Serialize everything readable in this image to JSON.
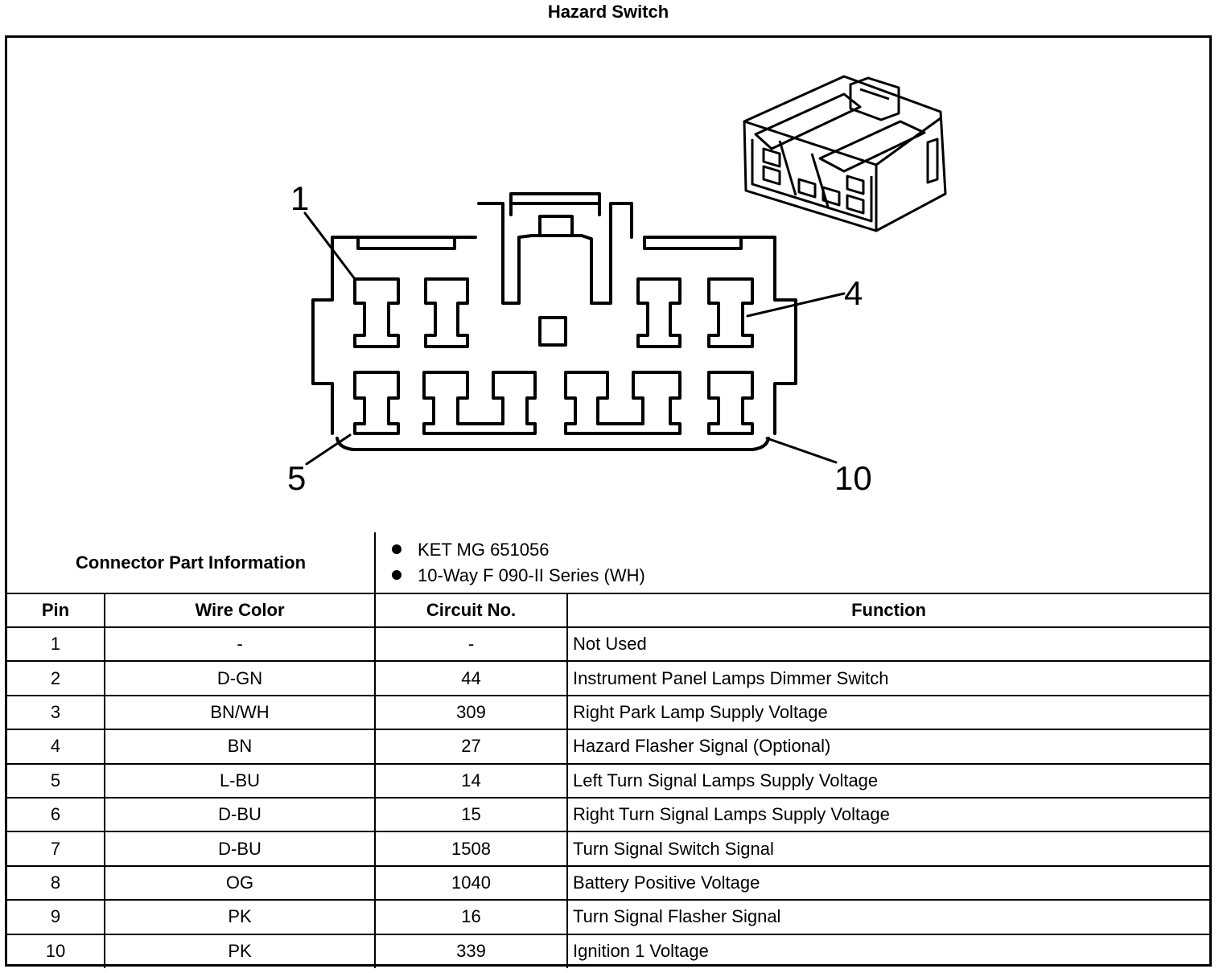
{
  "title": "Hazard Switch",
  "diagram": {
    "pin_labels": [
      "1",
      "4",
      "5",
      "10"
    ]
  },
  "connector_info": {
    "label": "Connector Part Information",
    "items": [
      "KET MG 651056",
      "10-Way F 090-II Series (WH)"
    ]
  },
  "table": {
    "headers": [
      "Pin",
      "Wire Color",
      "Circuit No.",
      "Function"
    ],
    "rows": [
      {
        "pin": "1",
        "color": "-",
        "circuit": "-",
        "function": "Not Used"
      },
      {
        "pin": "2",
        "color": "D-GN",
        "circuit": "44",
        "function": "Instrument Panel Lamps Dimmer Switch"
      },
      {
        "pin": "3",
        "color": "BN/WH",
        "circuit": "309",
        "function": "Right Park Lamp Supply Voltage"
      },
      {
        "pin": "4",
        "color": "BN",
        "circuit": "27",
        "function": "Hazard Flasher Signal (Optional)"
      },
      {
        "pin": "5",
        "color": "L-BU",
        "circuit": "14",
        "function": "Left Turn Signal Lamps Supply Voltage"
      },
      {
        "pin": "6",
        "color": "D-BU",
        "circuit": "15",
        "function": "Right Turn Signal Lamps Supply Voltage"
      },
      {
        "pin": "7",
        "color": "D-BU",
        "circuit": "1508",
        "function": "Turn Signal Switch Signal"
      },
      {
        "pin": "8",
        "color": "OG",
        "circuit": "1040",
        "function": "Battery Positive Voltage"
      },
      {
        "pin": "9",
        "color": "PK",
        "circuit": "16",
        "function": "Turn Signal Flasher Signal"
      },
      {
        "pin": "10",
        "color": "PK",
        "circuit": "339",
        "function": "Ignition 1 Voltage"
      }
    ]
  }
}
